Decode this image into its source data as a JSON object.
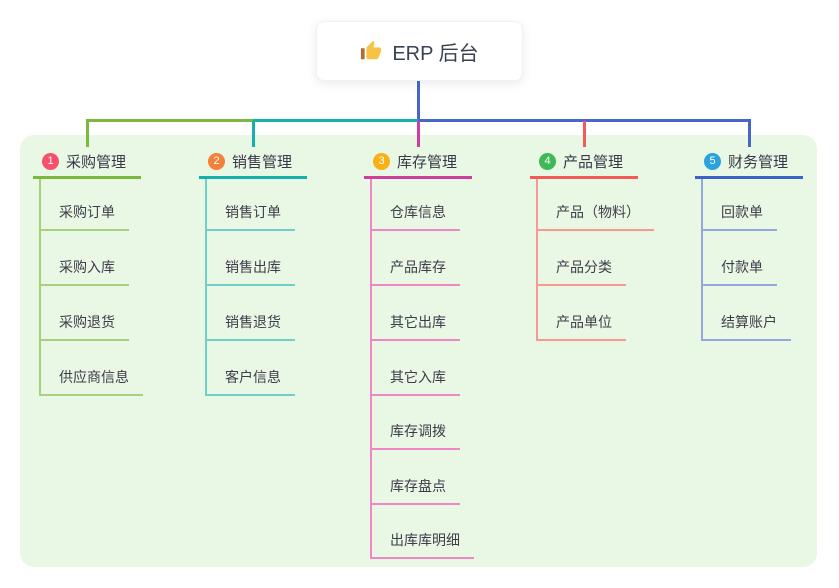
{
  "root": {
    "title": "ERP 后台",
    "icon": "thumbs-up"
  },
  "canvas": {
    "background": "#ffffff",
    "panel_background": "#e9f7e5",
    "root_connector_color": "#4666c9",
    "text_color": "#3d3d49"
  },
  "branches": [
    {
      "number": "1",
      "label": "采购管理",
      "badge_color": "#f8516b",
      "line_color": "#7cb83e",
      "sub_line_color": "#a8d07e",
      "items": [
        "采购订单",
        "采购入库",
        "采购退货",
        "供应商信息"
      ]
    },
    {
      "number": "2",
      "label": "销售管理",
      "badge_color": "#f4813a",
      "line_color": "#14b1ab",
      "sub_line_color": "#6ed0c9",
      "items": [
        "销售订单",
        "销售出库",
        "销售退货",
        "客户信息"
      ]
    },
    {
      "number": "3",
      "label": "库存管理",
      "badge_color": "#f9b016",
      "line_color": "#cc3f9e",
      "sub_line_color": "#ee87c3",
      "items": [
        "仓库信息",
        "产品库存",
        "其它出库",
        "其它入库",
        "库存调拨",
        "库存盘点",
        "出库库明细"
      ]
    },
    {
      "number": "4",
      "label": "产品管理",
      "badge_color": "#3dba57",
      "line_color": "#f25b57",
      "sub_line_color": "#f79a93",
      "items": [
        "产品（物料）",
        "产品分类",
        "产品单位"
      ]
    },
    {
      "number": "5",
      "label": "财务管理",
      "badge_color": "#29a3dd",
      "line_color": "#3c63c6",
      "sub_line_color": "#92a8dd",
      "items": [
        "回款单",
        "付款单",
        "结算账户"
      ]
    }
  ]
}
